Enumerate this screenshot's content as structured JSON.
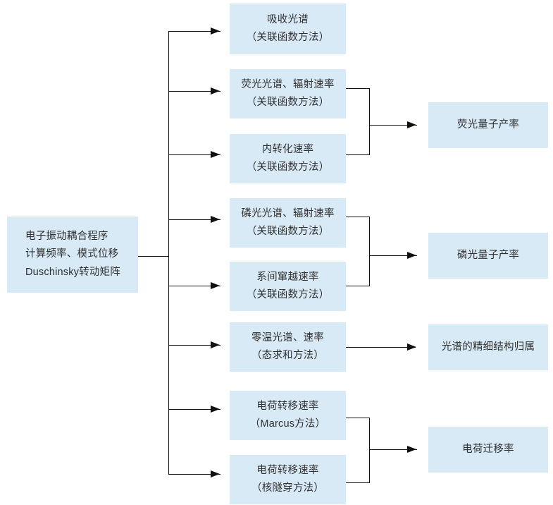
{
  "diagram": {
    "type": "flowchart",
    "direction": "left-to-right",
    "box_fill": "#d9eaf7",
    "line_color": "#12100d",
    "text_color": "#2f2f2f"
  },
  "source": {
    "name": "electron-vibration-coupling-program",
    "lines": [
      "电子振动耦合程序",
      "计算频率、模式位移",
      "Duschinsky转动矩阵"
    ]
  },
  "methods": [
    {
      "id": "absorption-spectrum",
      "title": "吸收光谱",
      "method": "（关联函数方法）"
    },
    {
      "id": "fluorescence-spectrum-rate",
      "title": "荧光光谱、辐射速率",
      "method": "（关联函数方法）"
    },
    {
      "id": "internal-conversion-rate",
      "title": "内转化速率",
      "method": "（关联函数方法）"
    },
    {
      "id": "phosphorescence-spectrum-rate",
      "title": "磷光光谱、辐射速率",
      "method": "（关联函数方法）"
    },
    {
      "id": "intersystem-crossing-rate",
      "title": "系间窜越速率",
      "method": "（关联函数方法）"
    },
    {
      "id": "zero-temperature-spectrum-rate",
      "title": "零温光谱、速率",
      "method": "（态求和方法）"
    },
    {
      "id": "charge-transfer-rate-marcus",
      "title": "电荷转移速率",
      "method": "（Marcus方法）"
    },
    {
      "id": "charge-transfer-rate-tunneling",
      "title": "电荷转移速率",
      "method": "（核隧穿方法）"
    }
  ],
  "results": [
    {
      "id": "fluorescence-quantum-yield",
      "label": "荧光量子产率"
    },
    {
      "id": "phosphorescence-quantum-yield",
      "label": "磷光量子产率"
    },
    {
      "id": "spectral-fine-structure-assignment",
      "label": "光谱的精细结构归属"
    },
    {
      "id": "charge-mobility",
      "label": "电荷迁移率"
    }
  ]
}
